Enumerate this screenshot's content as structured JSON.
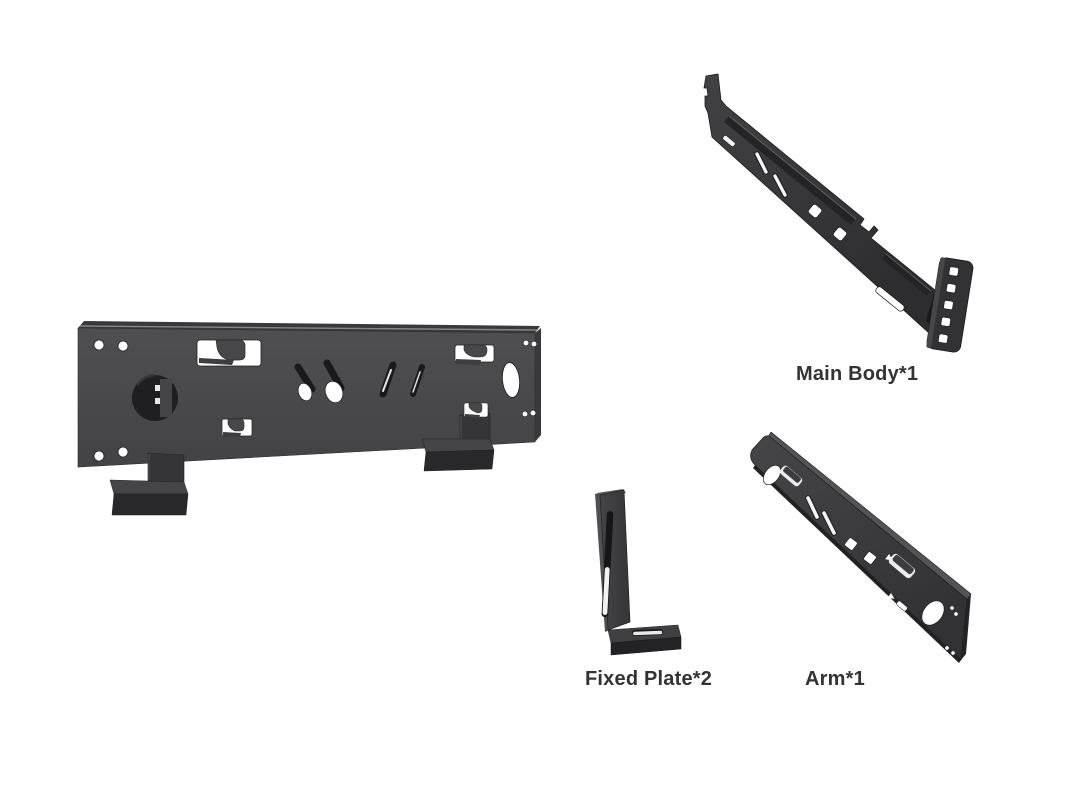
{
  "page": {
    "background_color": "#ffffff",
    "type": "product-parts-diagram"
  },
  "parts": {
    "assembled_bracket": {
      "label": ""
    },
    "main_body": {
      "label": "Main Body*1",
      "quantity": 1
    },
    "fixed_plate": {
      "label": "Fixed Plate*2",
      "quantity": 2
    },
    "arm": {
      "label": "Arm*1",
      "quantity": 1
    }
  },
  "colors": {
    "background": "#ffffff",
    "metal_face_light": "#4d4d4f",
    "metal_face": "#3e3e40",
    "metal_face_dark": "#2e2e30",
    "metal_shadow": "#232325",
    "metal_edge_dark": "#1a1a1c",
    "metal_highlight": "#5d5d5f",
    "cutout_white": "#ffffff",
    "label_text": "#333333"
  }
}
